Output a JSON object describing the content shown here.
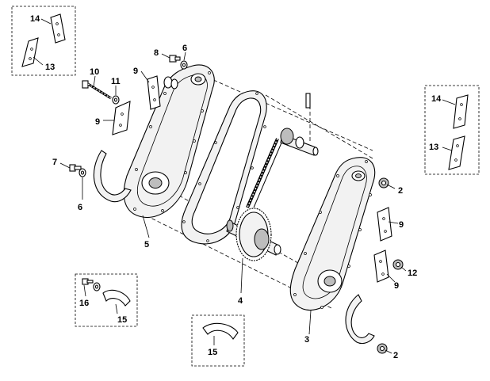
{
  "callouts": {
    "c14a": "14",
    "c13a": "13",
    "c10": "10",
    "c11": "11",
    "c8": "8",
    "c6a": "6",
    "c9a": "9",
    "c9b": "9",
    "c7": "7",
    "c6b": "6",
    "c5": "5",
    "c4": "4",
    "c16": "16",
    "c15a": "15",
    "c15b": "15",
    "c3": "3",
    "c14b": "14",
    "c13b": "13",
    "c2a": "2",
    "c9c": "9",
    "c12": "12",
    "c9d": "9",
    "c2b": "2"
  }
}
